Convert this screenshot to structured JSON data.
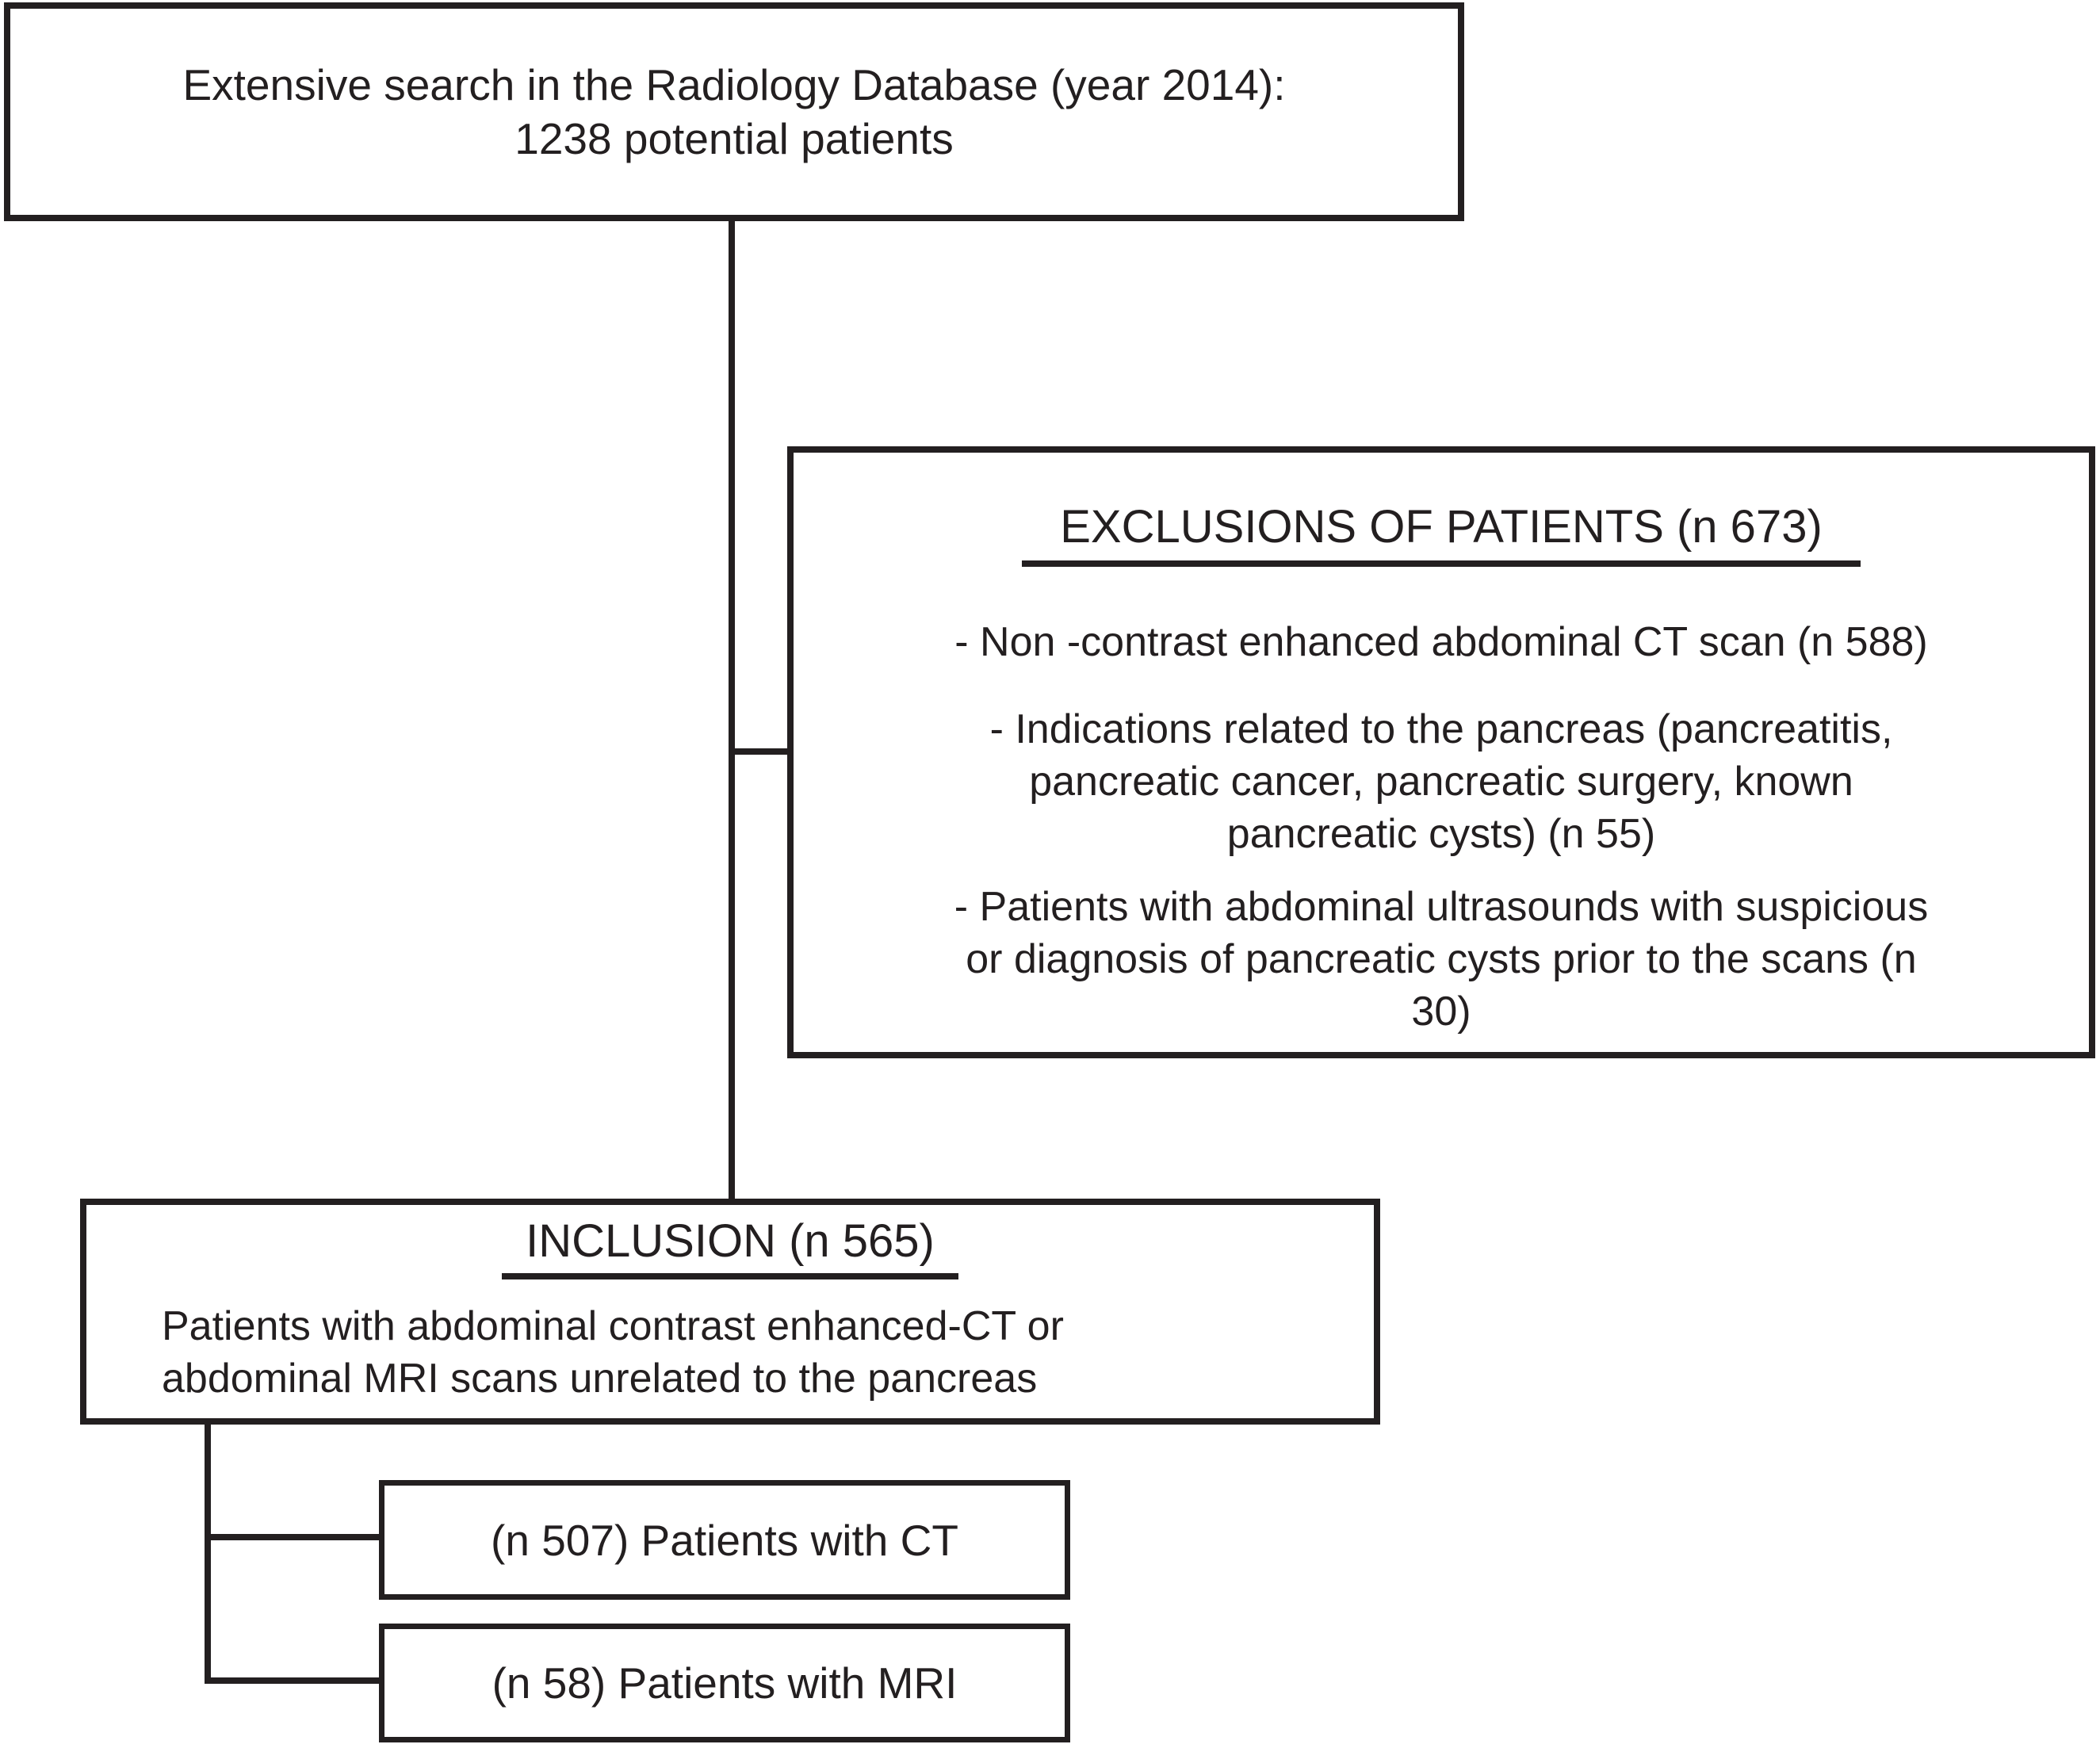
{
  "diagram": {
    "colors": {
      "ink": "#231f20",
      "background": "#ffffff"
    },
    "source_box": {
      "line1": "Extensive search in the Radiology Database (year 2014):",
      "line2": "1238 potential patients"
    },
    "exclusions_box": {
      "title": "EXCLUSIONS OF PATIENTS (n 673)",
      "bullet1": {
        "line1": "- Non -contrast enhanced abdominal CT scan (n 588)"
      },
      "bullet2": {
        "line1": "- Indications related to the pancreas (pancreatitis,",
        "line2": "pancreatic cancer, pancreatic surgery, known",
        "line3": "pancreatic cysts) (n 55)"
      },
      "bullet3": {
        "line1": "- Patients with abdominal ultrasounds with suspicious",
        "line2": "or diagnosis of pancreatic cysts prior to the scans (n",
        "line3": "30)"
      }
    },
    "inclusion_box": {
      "title": "INCLUSION (n 565)",
      "body_line1": "Patients with abdominal contrast enhanced-CT or",
      "body_line2": "abdominal MRI scans unrelated to the pancreas"
    },
    "ct_box": {
      "label": "(n 507) Patients with CT"
    },
    "mri_box": {
      "label": "(n 58) Patients with MRI"
    }
  }
}
